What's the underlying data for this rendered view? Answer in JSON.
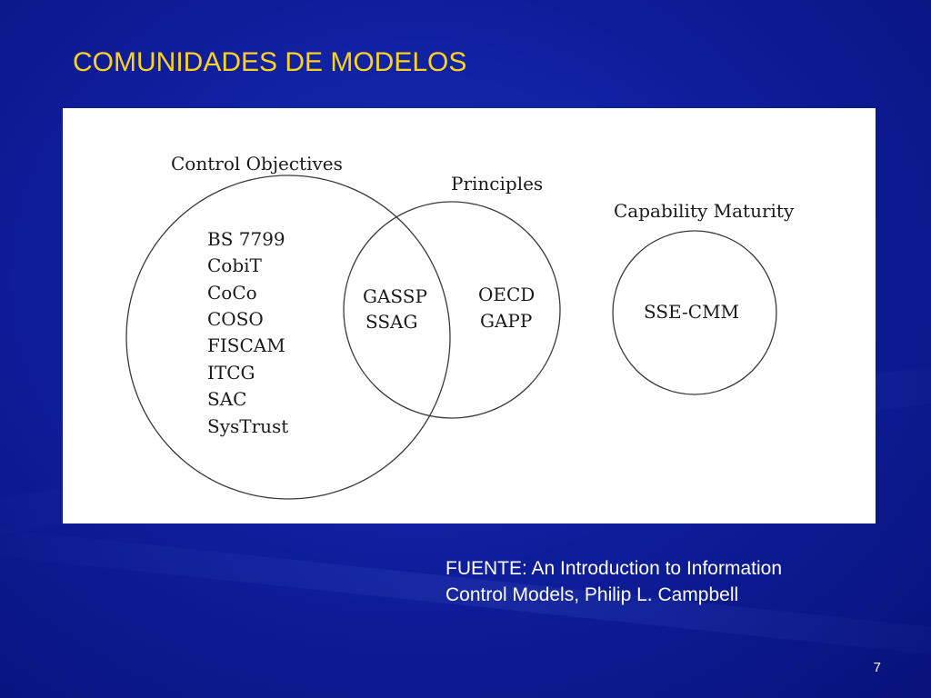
{
  "slide": {
    "title": "COMUNIDADES DE MODELOS",
    "page_number": "7"
  },
  "diagram": {
    "groups": {
      "control_objectives": {
        "label": "Control Objectives",
        "items": [
          "BS 7799",
          "CobiT",
          "CoCo",
          "COSO",
          "FISCAM",
          "ITCG",
          "SAC",
          "SysTrust"
        ]
      },
      "overlap": {
        "items": [
          "GASSP",
          "SSAG"
        ]
      },
      "principles": {
        "label": "Principles",
        "items": [
          "OECD",
          "GAPP"
        ]
      },
      "capability_maturity": {
        "label": "Capability Maturity",
        "items": [
          "SSE-CMM"
        ]
      }
    }
  },
  "source": {
    "line1": "FUENTE: An Introduction to Information",
    "line2": "Control Models, Philip L. Campbell"
  },
  "colors": {
    "background": "#0f1f9e",
    "title": "#ffd21f",
    "panel": "#ffffff",
    "text": "#ffffff"
  }
}
